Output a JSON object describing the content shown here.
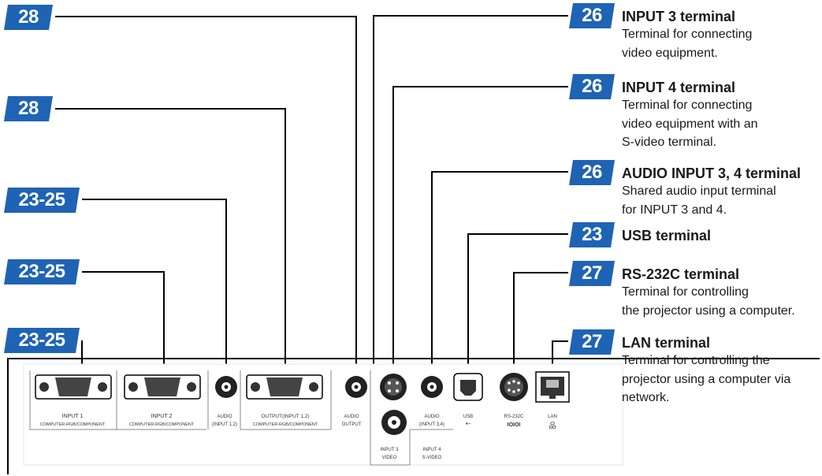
{
  "colors": {
    "badge": "#1f63b5",
    "line": "#000000"
  },
  "left_badges": [
    "28",
    "28",
    "23-25",
    "23-25",
    "23-25"
  ],
  "terminals": [
    {
      "ref": "26",
      "title": "INPUT 3 terminal",
      "lines": [
        "Terminal for connecting",
        "video equipment."
      ]
    },
    {
      "ref": "26",
      "title": "INPUT 4 terminal",
      "lines": [
        "Terminal for connecting",
        "video equipment with an",
        "S-video terminal."
      ]
    },
    {
      "ref": "26",
      "title": "AUDIO INPUT 3, 4 terminal",
      "lines": [
        "Shared audio input terminal",
        "for INPUT 3 and 4."
      ]
    },
    {
      "ref": "23",
      "title": "USB terminal",
      "lines": []
    },
    {
      "ref": "27",
      "title": "RS-232C terminal",
      "lines": [
        "Terminal for controlling",
        "the projector using a computer."
      ]
    },
    {
      "ref": "27",
      "title": "LAN terminal",
      "lines": [
        "Terminal for controlling the",
        "projector using a computer via",
        "network."
      ]
    }
  ],
  "panel_labels": {
    "input1": [
      "INPUT 1",
      "COMPUTER-RGB/COMPONENT"
    ],
    "input2": [
      "INPUT 2",
      "COMPUTER-RGB/COMPONENT"
    ],
    "audio12": [
      "AUDIO",
      "(INPUT 1,2)"
    ],
    "output": [
      "OUTPUT(INPUT 1,2)",
      "COMPUTER-RGB/COMPONENT"
    ],
    "audio_out": [
      "AUDIO",
      "OUTPUT"
    ],
    "input3": [
      "INPUT 3",
      "VIDEO"
    ],
    "input4": [
      "INPUT 4",
      "S-VIDEO"
    ],
    "audio34": [
      "AUDIO",
      "(INPUT 3,4)"
    ],
    "usb": [
      "USB"
    ],
    "rs232c": [
      "RS-232C",
      "IOIOI"
    ],
    "lan": [
      "LAN"
    ]
  }
}
